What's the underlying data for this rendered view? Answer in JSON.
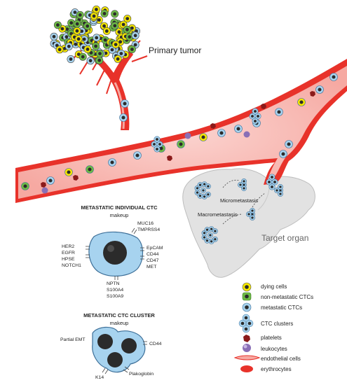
{
  "labels": {
    "primary_tumor": "Primary tumor",
    "target_organ": "Target organ",
    "macrometastasis": "Macrometastasis",
    "micrometastasis": "Micrometastasis"
  },
  "individual_ctc": {
    "title": "METASTATIC INDIVIDUAL CTC",
    "subtitle": "makeup",
    "markers_top": [
      "MUC16",
      "TMPRSS4"
    ],
    "markers_left": [
      "HER2",
      "EGFR",
      "HPSE",
      "NOTCH1"
    ],
    "markers_right": [
      "EpCAM",
      "CD44",
      "CD47",
      "MET"
    ],
    "markers_bottom": [
      "NPTN",
      "S100A4",
      "S100A9"
    ]
  },
  "ctc_cluster": {
    "title": "METASTATIC CTC CLUSTER",
    "subtitle": "makeup",
    "markers": {
      "partial_emt": "Partial EMT",
      "cd44": "CD44",
      "k14": "K14",
      "plakoglobin": "Plakoglobin"
    }
  },
  "legend": [
    {
      "label": "dying cells",
      "icon": "dying-cell-icon"
    },
    {
      "label": "non-metastatic CTCs",
      "icon": "non-metastatic-ctc-icon"
    },
    {
      "label": "metastatic CTCs",
      "icon": "metastatic-ctc-icon"
    },
    {
      "label": "CTC clusters",
      "icon": "ctc-cluster-icon"
    },
    {
      "label": "platelets",
      "icon": "platelet-icon"
    },
    {
      "label": "leukocytes",
      "icon": "leukocyte-icon"
    },
    {
      "label": "endothelial cells",
      "icon": "endothelial-cell-icon"
    },
    {
      "label": "erythrocytes",
      "icon": "erythrocyte-icon"
    }
  ],
  "colors": {
    "vessel_wall": "#e8322a",
    "vessel_lumen": "#f9c0bb",
    "tumor_green": "#6dbb45",
    "tumor_yellow": "#f4e600",
    "ctc_blue": "#a7d3ef",
    "nucleus": "#2b2b2b",
    "organ": "#e2e2e2",
    "leukocyte": "#8a6fb6",
    "platelet": "#8b1a1a"
  }
}
